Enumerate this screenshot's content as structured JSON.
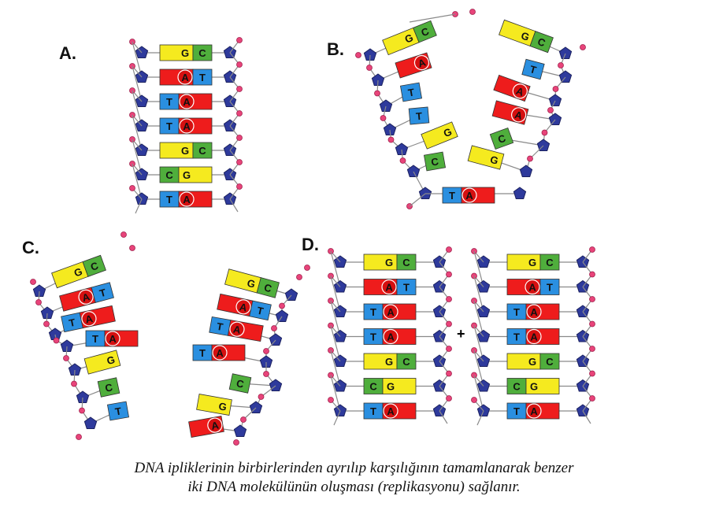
{
  "panels": {
    "A": {
      "label": "A.",
      "pairs": [
        [
          "G",
          "C"
        ],
        [
          "A",
          "T"
        ],
        [
          "T",
          "A"
        ],
        [
          "T",
          "A"
        ],
        [
          "G",
          "C"
        ],
        [
          "C",
          "G"
        ],
        [
          "T",
          "A"
        ]
      ]
    },
    "B": {
      "label": "B.",
      "left_strand": [
        "G",
        "A",
        "T",
        "T",
        "G",
        "C"
      ],
      "right_strand": [
        "C",
        "T",
        "A",
        "A",
        "C",
        "G"
      ],
      "bottom_pair": [
        "T",
        "A"
      ]
    },
    "C": {
      "label": "C.",
      "left_units": [
        [
          "G",
          "C"
        ],
        [
          "A",
          "T"
        ],
        [
          "T",
          "A"
        ],
        [
          "T",
          "A"
        ],
        [
          "G"
        ],
        [
          "C"
        ],
        [
          "T"
        ]
      ],
      "right_units": [
        [
          "G",
          "C"
        ],
        [
          "A",
          "T"
        ],
        [
          "T",
          "A"
        ],
        [
          "T",
          "A"
        ],
        [
          "C"
        ],
        [
          "G"
        ],
        [
          "A"
        ]
      ]
    },
    "D": {
      "label": "D.",
      "plus": "+",
      "molecule_1": [
        [
          "G",
          "C"
        ],
        [
          "A",
          "T"
        ],
        [
          "T",
          "A"
        ],
        [
          "T",
          "A"
        ],
        [
          "G",
          "C"
        ],
        [
          "C",
          "G"
        ],
        [
          "T",
          "A"
        ]
      ],
      "molecule_2": [
        [
          "G",
          "C"
        ],
        [
          "A",
          "T"
        ],
        [
          "T",
          "A"
        ],
        [
          "T",
          "A"
        ],
        [
          "G",
          "C"
        ],
        [
          "C",
          "G"
        ],
        [
          "T",
          "A"
        ]
      ]
    }
  },
  "caption": {
    "line1": "DNA ipliklerinin birbirlerinden ayrılıp karşılığının tamamlanarak benzer",
    "line2": "iki DNA molekülünün oluşması (replikasyonu) sağlanır."
  },
  "colors": {
    "G": "#f5ea1f",
    "C": "#4fae3c",
    "A": "#ee1c1c",
    "T": "#2a8fe0",
    "sugar": "#2e3a9c",
    "phosphate": "#e8447a",
    "backbone": "#8a8a8a"
  }
}
